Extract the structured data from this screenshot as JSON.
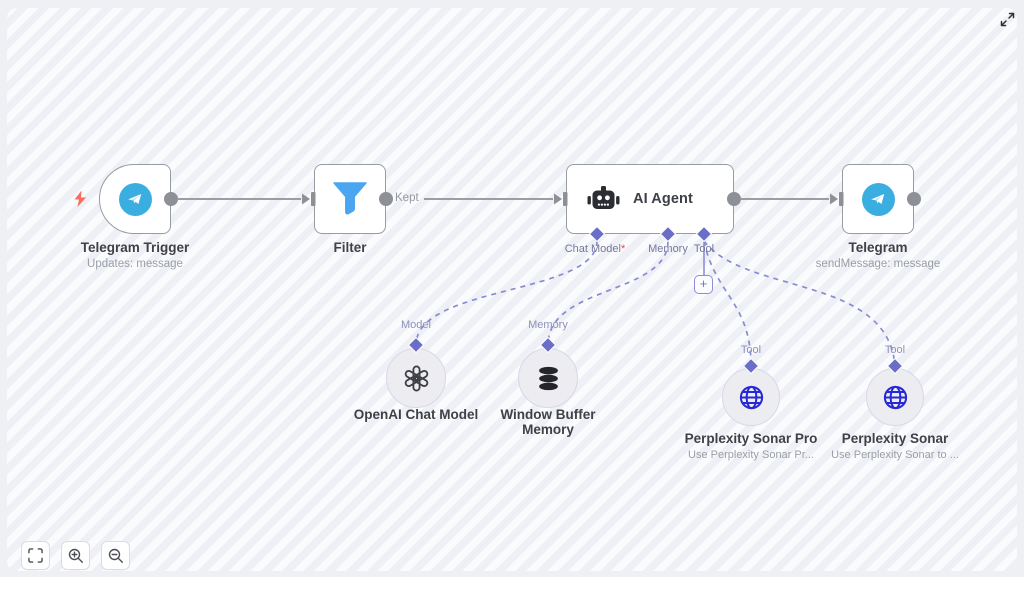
{
  "nodes": {
    "telegram_trigger": {
      "title": "Telegram Trigger",
      "subtitle": "Updates: message"
    },
    "filter": {
      "title": "Filter"
    },
    "ai_agent": {
      "title": "AI Agent",
      "ports": {
        "chat_model": "Chat Model",
        "required_mark": "*",
        "memory": "Memory",
        "tool": "Tool"
      },
      "add_button": "+"
    },
    "telegram": {
      "title": "Telegram",
      "subtitle": "sendMessage: message"
    },
    "openai_chat_model": {
      "port": "Model",
      "title": "OpenAI Chat Model"
    },
    "window_buffer_memory": {
      "port": "Memory",
      "title": "Window Buffer Memory"
    },
    "perplexity_sonar_pro": {
      "port": "Tool",
      "title": "Perplexity Sonar Pro",
      "subtitle": "Use Perplexity Sonar Pr..."
    },
    "perplexity_sonar": {
      "port": "Tool",
      "title": "Perplexity Sonar",
      "subtitle": "Use Perplexity Sonar to ..."
    }
  },
  "connections": {
    "filter_output_label": "Kept"
  },
  "colors": {
    "telegram_blue": "#3aaee0",
    "filter_blue": "#4ba5f0",
    "perplexity_blue": "#2828d4",
    "trigger_bolt": "#f96c5f",
    "accent_indigo": "#6b6ec6",
    "dashed_line": "#888bd1",
    "solid_line": "#9a9da2",
    "connector_gray": "#8d9096"
  }
}
